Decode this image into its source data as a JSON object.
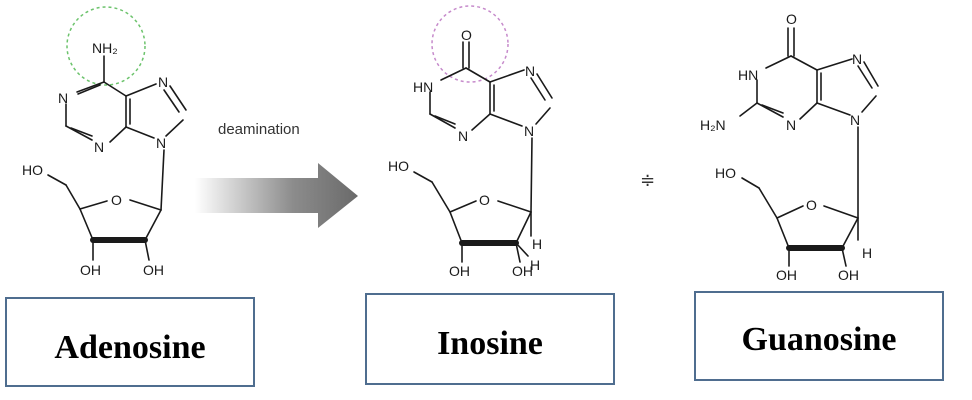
{
  "diagram": {
    "arrow_label": "deamination",
    "approx_symbol": "≑",
    "highlight_colors": {
      "amino_group": "#6cc36c",
      "keto_group": "#c68acb"
    },
    "molecules": [
      {
        "name": "Adenosine",
        "atoms": {
          "nh2": "NH₂",
          "n1": "N",
          "n3": "N",
          "n7": "N",
          "n9": "N",
          "o4": "O",
          "ho5": "HO",
          "oh3": "OH",
          "oh2": "OH"
        }
      },
      {
        "name": "Inosine",
        "atoms": {
          "o6": "O",
          "hn1": "HN",
          "n3": "N",
          "n7": "N",
          "n9": "N",
          "o4": "O",
          "ho5": "HO",
          "oh3": "OH",
          "oh2": "OH",
          "h1": "H",
          "h2": "H"
        }
      },
      {
        "name": "Guanosine",
        "atoms": {
          "o6": "O",
          "hn1": "HN",
          "h2n": "H₂N",
          "n3": "N",
          "n7": "N",
          "n9": "N",
          "o4": "O",
          "ho5": "HO",
          "oh3": "OH",
          "oh2": "OH",
          "h2": "H"
        }
      }
    ]
  }
}
